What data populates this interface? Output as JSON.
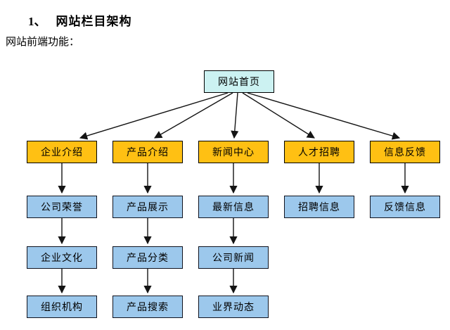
{
  "page": {
    "heading_number": "1、",
    "heading_title": "网站栏目架构",
    "subtitle": "网站前端功能："
  },
  "diagram": {
    "root": {
      "label": "网站首页"
    },
    "columns": [
      {
        "top": {
          "label": "企业介绍"
        },
        "children": [
          "公司荣誉",
          "企业文化",
          "组织机构"
        ]
      },
      {
        "top": {
          "label": "产品介绍"
        },
        "children": [
          "产品展示",
          "产品分类",
          "产品搜索"
        ]
      },
      {
        "top": {
          "label": "新闻中心"
        },
        "children": [
          "最新信息",
          "公司新闻",
          "业界动态"
        ]
      },
      {
        "top": {
          "label": "人才招聘"
        },
        "children": [
          "招聘信息"
        ]
      },
      {
        "top": {
          "label": "信息反馈"
        },
        "children": [
          "反馈信息"
        ]
      }
    ],
    "colors": {
      "root_fill": "#ccf2f2",
      "level2_fill": "#ffc013",
      "child_fill": "#9cc8ec",
      "border": "#000000",
      "arrow": "#141414"
    }
  }
}
